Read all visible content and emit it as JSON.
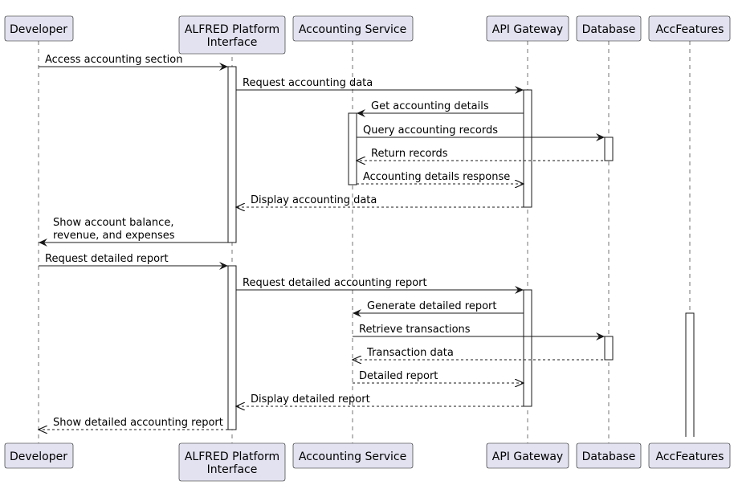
{
  "colors": {
    "participant_fill": "#E2E2F0",
    "participant_border": "#181818",
    "line": "#181818",
    "lifeline": "#181818",
    "activation_fill": "#ffffff"
  },
  "participants": [
    {
      "id": "dev",
      "lines": [
        "Developer"
      ]
    },
    {
      "id": "alfred",
      "lines": [
        "ALFRED Platform",
        "Interface"
      ]
    },
    {
      "id": "acc",
      "lines": [
        "Accounting Service"
      ]
    },
    {
      "id": "api",
      "lines": [
        "API Gateway"
      ]
    },
    {
      "id": "db",
      "lines": [
        "Database"
      ]
    },
    {
      "id": "feat",
      "lines": [
        "AccFeatures"
      ]
    }
  ],
  "messages": [
    {
      "from": "dev",
      "to": "alfred",
      "lines": [
        "Access accounting section"
      ],
      "style": "solid"
    },
    {
      "from": "alfred",
      "to": "api",
      "lines": [
        "Request accounting data"
      ],
      "style": "solid"
    },
    {
      "from": "api",
      "to": "acc",
      "lines": [
        "Get accounting details"
      ],
      "style": "solid"
    },
    {
      "from": "acc",
      "to": "db",
      "lines": [
        "Query accounting records"
      ],
      "style": "solid"
    },
    {
      "from": "db",
      "to": "acc",
      "lines": [
        "Return records"
      ],
      "style": "dashed"
    },
    {
      "from": "acc",
      "to": "api",
      "lines": [
        "Accounting details response"
      ],
      "style": "dashed"
    },
    {
      "from": "api",
      "to": "alfred",
      "lines": [
        "Display accounting data"
      ],
      "style": "dashed"
    },
    {
      "from": "alfred",
      "to": "dev",
      "lines": [
        "Show account balance,",
        "revenue, and expenses"
      ],
      "style": "solid"
    },
    {
      "from": "dev",
      "to": "alfred",
      "lines": [
        "Request detailed report"
      ],
      "style": "solid"
    },
    {
      "from": "alfred",
      "to": "api",
      "lines": [
        "Request detailed accounting report"
      ],
      "style": "solid"
    },
    {
      "from": "api",
      "to": "acc",
      "lines": [
        "Generate detailed report"
      ],
      "style": "solid"
    },
    {
      "from": "acc",
      "to": "db",
      "lines": [
        "Retrieve transactions"
      ],
      "style": "solid"
    },
    {
      "from": "db",
      "to": "acc",
      "lines": [
        "Transaction data"
      ],
      "style": "dashed"
    },
    {
      "from": "acc",
      "to": "api",
      "lines": [
        "Detailed report"
      ],
      "style": "dashed"
    },
    {
      "from": "api",
      "to": "alfred",
      "lines": [
        "Display detailed report"
      ],
      "style": "dashed"
    },
    {
      "from": "alfred",
      "to": "dev",
      "lines": [
        "Show detailed accounting report"
      ],
      "style": "dashed"
    }
  ]
}
